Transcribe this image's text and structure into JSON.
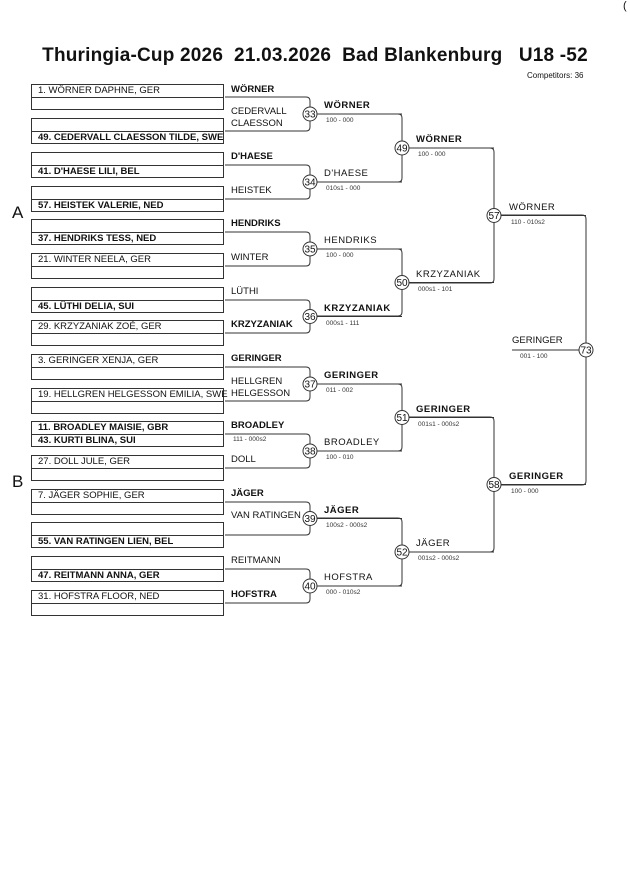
{
  "header": {
    "title": "Thuringia-Cup 2026  21.03.2026  Bad Blankenburg   U18 -52",
    "competitors": "Competitors: 36",
    "corner": "("
  },
  "pools": [
    "A",
    "B"
  ],
  "entries": [
    "1. WÖRNER DAPHNE, GER",
    "49. CEDERVALL CLAESSON TILDE, SWE",
    "41. D'HAESE LILI, BEL",
    "57. HEISTEK VALERIE, NED",
    "37. HENDRIKS TESS, NED",
    "21. WINTER NEELA, GER",
    "45. LÜTHI DELIA, SUI",
    "29. KRZYZANIAK ZOÉ, GER",
    "3. GERINGER XENJA, GER",
    "19. HELLGREN HELGESSON EMILIA, SWE",
    "11. BROADLEY MAISIE, GBR",
    "43. KURTI BLINA, SUI",
    "27. DOLL JULE, GER",
    "7. JÄGER SOPHIE, GER",
    "55. VAN RATINGEN LIEN, BEL",
    "47. REITMANN ANNA, GER",
    "31. HOFSTRA FLOOR, NED"
  ],
  "round1_labels": [
    "WÖRNER",
    "CEDERVALL CLAESSON",
    "D'HAESE",
    "HEISTEK",
    "HENDRIKS",
    "WINTER",
    "LÜTHI",
    "KRZYZANIAK",
    "GERINGER",
    "HELLGREN HELGESSON",
    "BROADLEY",
    "DOLL",
    "JÄGER",
    "VAN RATINGEN",
    "REITMANN",
    "HOFSTRA"
  ],
  "prelim_score": "111 - 000s2",
  "matches": {
    "m33": {
      "no": "33",
      "winner": "WÖRNER",
      "score": "100 - 000"
    },
    "m34": {
      "no": "34",
      "winner": "D'HAESE",
      "score": "010s1 - 000"
    },
    "m35": {
      "no": "35",
      "winner": "HENDRIKS",
      "score": "100 - 000"
    },
    "m36": {
      "no": "36",
      "winner": "KRZYZANIAK",
      "score": "000s1 - 111"
    },
    "m37": {
      "no": "37",
      "winner": "GERINGER",
      "score": "011 - 002"
    },
    "m38": {
      "no": "38",
      "winner": "BROADLEY",
      "score": "100 - 010"
    },
    "m39": {
      "no": "39",
      "winner": "JÄGER",
      "score": "100s2 - 000s2"
    },
    "m40": {
      "no": "40",
      "winner": "HOFSTRA",
      "score": "000 - 010s2"
    },
    "m49": {
      "no": "49",
      "winner": "WÖRNER",
      "score": "100 - 000"
    },
    "m50": {
      "no": "50",
      "winner": "KRZYZANIAK",
      "score": "000s1 - 101"
    },
    "m51": {
      "no": "51",
      "winner": "GERINGER",
      "score": "001s1 - 000s2"
    },
    "m52": {
      "no": "52",
      "winner": "JÄGER",
      "score": "001s2 - 000s2"
    },
    "m57": {
      "no": "57",
      "winner": "WÖRNER",
      "score": "110 - 010s2"
    },
    "m58": {
      "no": "58",
      "winner": "GERINGER",
      "score": "100 - 000"
    },
    "m73": {
      "no": "73",
      "winner": "GERINGER",
      "score": "001 - 100"
    }
  }
}
